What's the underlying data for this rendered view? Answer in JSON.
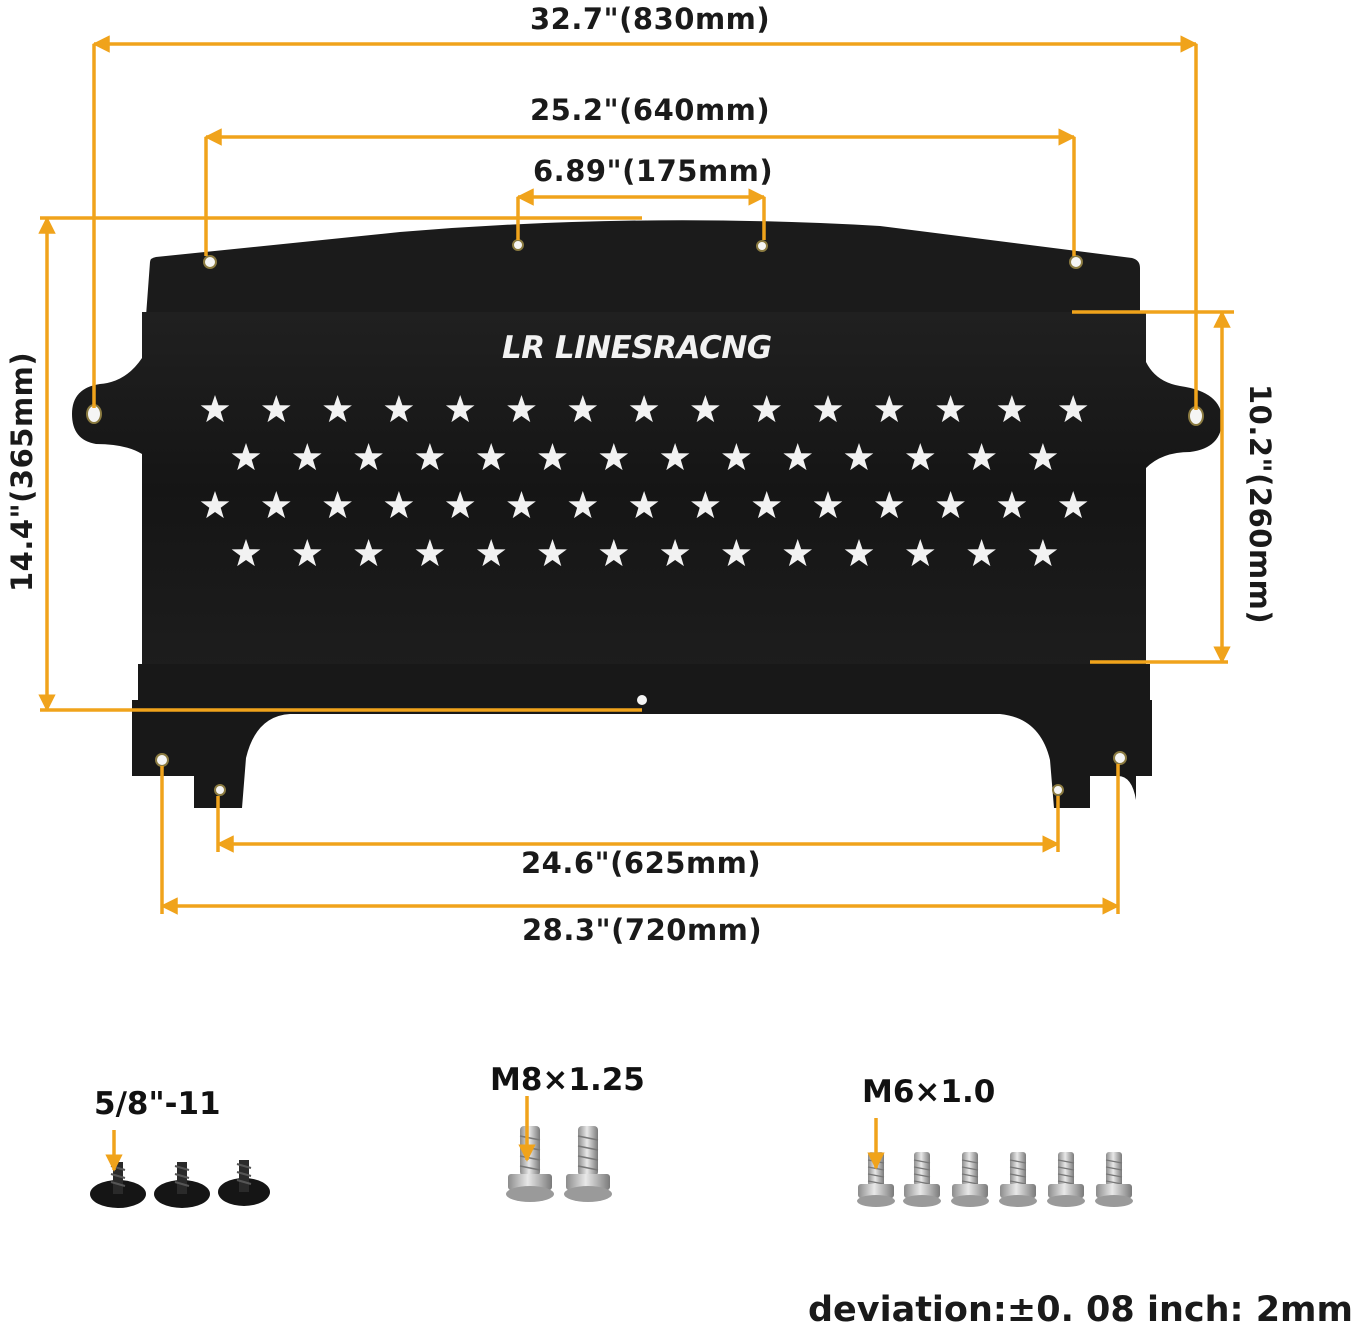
{
  "brand": {
    "logo_mark": "LR",
    "name": "LINESRACNG"
  },
  "dimensions": {
    "overall_width": "32.7\"(830mm)",
    "top_mount_span": "25.2\"(640mm)",
    "center_mount_span": "6.89\"(175mm)",
    "overall_height": "14.4\"(365mm)",
    "grille_height": "10.2\"(260mm)",
    "lower_inner_span": "24.6\"(625mm)",
    "lower_outer_span": "28.3\"(720mm)"
  },
  "hardware": [
    {
      "label": "5/8\"-11",
      "count": 3,
      "type": "self-tapping screw",
      "color": "black"
    },
    {
      "label": "M8×1.25",
      "count": 2,
      "type": "flange bolt",
      "color": "silver"
    },
    {
      "label": "M6×1.0",
      "count": 6,
      "type": "flange bolt",
      "color": "silver"
    }
  ],
  "deviation": "deviation:±0. 08 inch: 2mm",
  "colors": {
    "dimension_line": "#f0a31b",
    "plate": "#141414",
    "accent_text": "#1a1a1a"
  }
}
